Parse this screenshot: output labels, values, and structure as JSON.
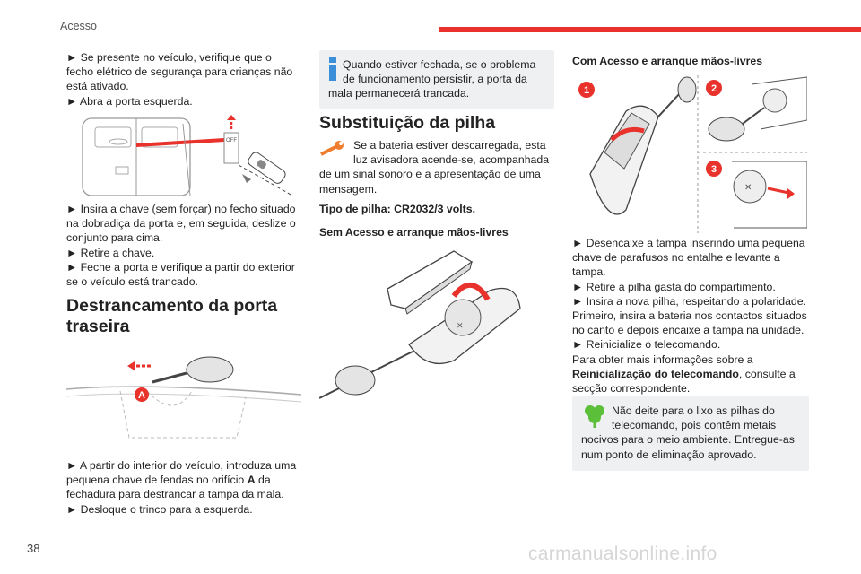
{
  "header": {
    "section": "Acesso"
  },
  "page_number": "38",
  "watermark": "carmanualsonline.info",
  "col1": {
    "p1": "► Se presente no veículo, verifique que o fecho elétrico de segurança para crianças não está ativado.",
    "p2": "► Abra a porta esquerda.",
    "img1_label": "OFF",
    "p3": "► Insira a chave (sem forçar) no fecho situado na dobradiça da porta e, em seguida, deslize o conjunto para cima.",
    "p4": "► Retire a chave.",
    "p5": "► Feche a porta e verifique a partir do exterior se o veículo está trancado.",
    "heading": "Destrancamento da porta traseira",
    "img2_label": "A",
    "p6a": "► A partir do interior do veículo, introduza uma pequena chave de fendas no orifício ",
    "p6b": "A",
    "p6c": " da fechadura para destrancar a tampa da mala.",
    "p7": "► Desloque o trinco para a esquerda."
  },
  "col2": {
    "info_box": "Quando estiver fechada, se o problema de funcionamento persistir, a porta da mala permanecerá trancada.",
    "heading": "Substituição da pilha",
    "warn_text": "Se a bateria estiver descarregada, esta luz avisadora acende-se, acompanhada de um sinal sonoro e a apresentação de uma mensagem.",
    "battery_type": "Tipo de pilha: CR2032/3 volts.",
    "subheading": "Sem Acesso e arranque mãos-livres"
  },
  "col3": {
    "subheading": "Com Acesso e arranque mãos-livres",
    "step_labels": [
      "1",
      "2",
      "3"
    ],
    "p1": "► Desencaixe a tampa inserindo uma pequena chave de parafusos no entalhe e levante a tampa.",
    "p2": "► Retire a pilha gasta do compartimento.",
    "p3": "► Insira a nova pilha, respeitando a polaridade. Primeiro, insira a bateria nos contactos situados no canto e depois encaixe a tampa na unidade.",
    "p4": "► Reinicialize o telecomando.",
    "p5a": "Para obter mais informações sobre a ",
    "p5b": "Reinicialização do telecomando",
    "p5c": ", consulte a secção correspondente.",
    "eco_box": "Não deite para o lixo as pilhas do telecomando, pois contêm metais nocivos para o meio ambiente. Entregue-as num ponto de eliminação aprovado."
  },
  "colors": {
    "accent_red": "#e8322b",
    "info_blue": "#3b8fd9",
    "eco_green": "#5bbf3a",
    "warn_orange": "#ee7d2e",
    "box_bg": "#eef0f2"
  }
}
